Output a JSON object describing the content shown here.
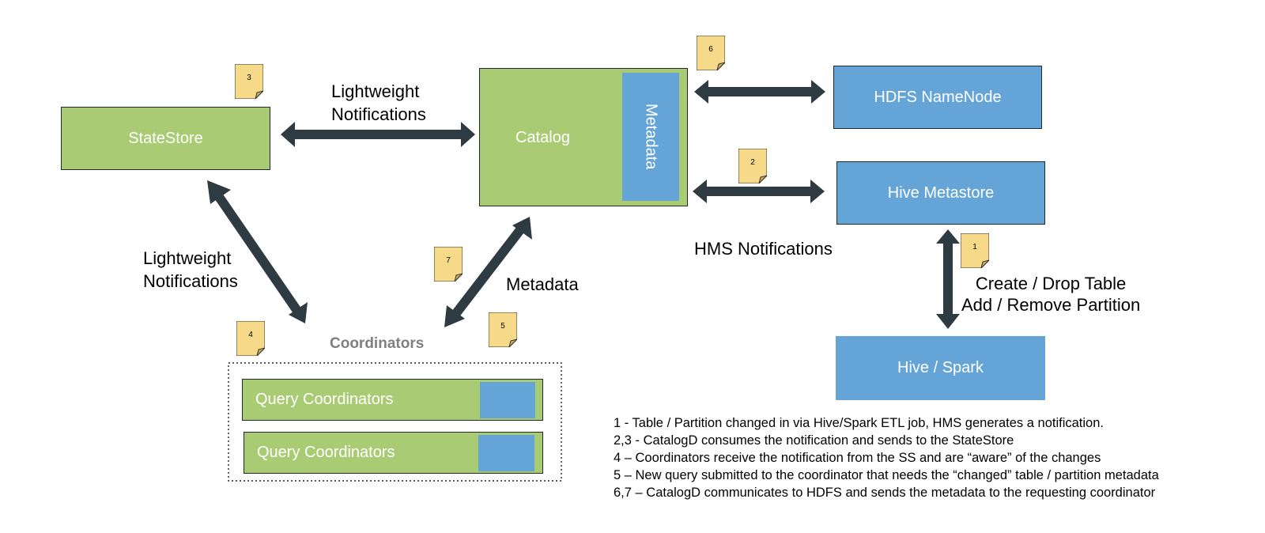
{
  "colors": {
    "green": "#a9cb73",
    "blue": "#64a4d6",
    "arrow": "#2f3b42",
    "note": "#f7d98a",
    "coordinators_title": "#7f7f7f"
  },
  "nodes": {
    "statestore": "StateStore",
    "catalog": "Catalog",
    "metadata": "Metadata",
    "hdfs_namenode": "HDFS NameNode",
    "hive_metastore": "Hive Metastore",
    "hive_spark": "Hive / Spark"
  },
  "coordinators": {
    "title": "Coordinators",
    "rows": [
      "Query Coordinators",
      "Query Coordinators"
    ]
  },
  "edge_labels": {
    "lightweight_top": [
      "Lightweight",
      "Notifications"
    ],
    "lightweight_left": [
      "Lightweight",
      "Notifications"
    ],
    "metadata": "Metadata",
    "hms": "HMS Notifications",
    "create_drop": [
      "Create / Drop Table",
      "Add / Remove Partition"
    ]
  },
  "notes": [
    "1",
    "2",
    "3",
    "4",
    "5",
    "6",
    "7"
  ],
  "legend": [
    "1 - Table / Partition changed in via Hive/Spark ETL job, HMS generates a notification.",
    "2,3 - CatalogD consumes the notification and sends to the StateStore",
    "4 – Coordinators receive the notification from the SS and are “aware” of the changes",
    "5 – New query submitted to the coordinator that needs the “changed” table / partition metadata",
    "6,7 – CatalogD communicates to HDFS and sends the metadata to the requesting coordinator"
  ]
}
